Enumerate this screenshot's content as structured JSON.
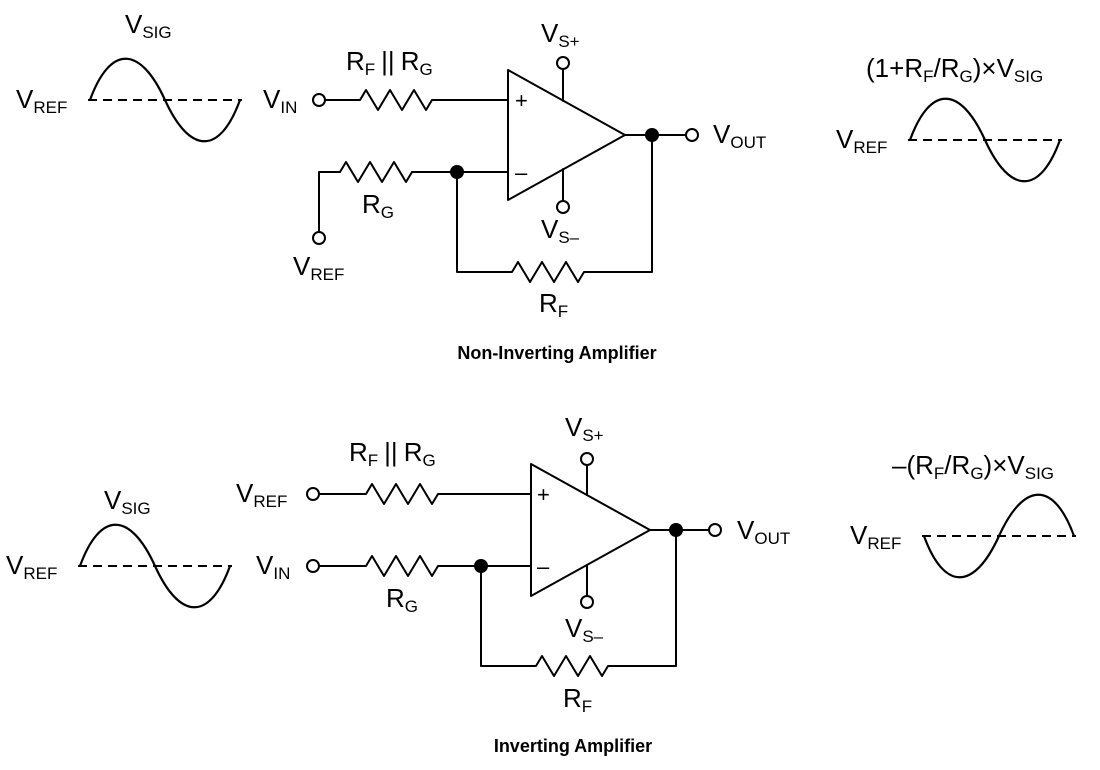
{
  "sub": {
    "sig": "SIG",
    "ref": "REF",
    "in": "IN",
    "out": "OUT",
    "f": "F",
    "g": "G",
    "splus": "S+",
    "sminus": "S–"
  },
  "symbols": {
    "v": "V",
    "r": "R",
    "parallel": "||",
    "plus": "+",
    "minus": "–"
  },
  "non_inverting": {
    "caption": "Non-Inverting Amplifier",
    "gain_formula": {
      "prefix": "(1+",
      "slash": "/",
      "close": ")×"
    }
  },
  "inverting": {
    "caption": "Inverting Amplifier",
    "gain_formula": {
      "prefix": "–(",
      "slash": "/",
      "close": ")×"
    }
  }
}
